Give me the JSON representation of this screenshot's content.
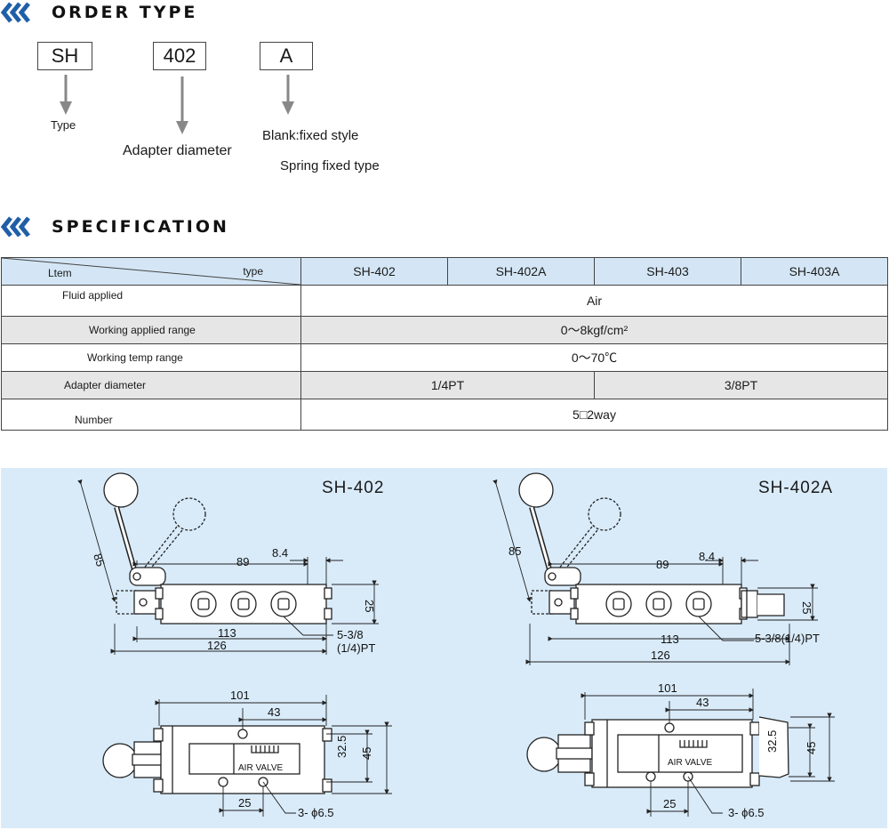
{
  "order_type": {
    "title": "ORDER TYPE",
    "codes": [
      "SH",
      "402",
      "A"
    ],
    "type_label": "Type",
    "adapter_label": "Adapter diameter",
    "option_blank": "Blank:fixed style",
    "option_a": "Spring fixed type"
  },
  "specification": {
    "title": "SPECIFICATION",
    "header_type": "type",
    "header_item": "Ltem",
    "models": [
      "SH-402",
      "SH-402A",
      "SH-403",
      "SH-403A"
    ],
    "rows": [
      {
        "label": "Fluid applied",
        "value": "Air"
      },
      {
        "label": "Working applied  range",
        "value": "0～8kgf/cm²"
      },
      {
        "label": "Working temp range",
        "value": "0～70℃"
      },
      {
        "label": "Adapter diameter",
        "values": [
          "1/4PT",
          "3/8PT"
        ]
      },
      {
        "label": "Number",
        "value": "5□2way"
      }
    ]
  },
  "drawings": {
    "left_model": "SH-402",
    "right_model": "SH-402A",
    "dims": {
      "lever": "85",
      "d89": "89",
      "d8_4": "8.4",
      "d25v": "25",
      "d113": "113",
      "d126": "126",
      "port_left_1": "5-3/8",
      "port_left_2": "(1/4)PT",
      "port_right": "5-3/8(1/4)PT",
      "d101": "101",
      "d43": "43",
      "d32_5": "32.5",
      "d45": "45",
      "d25": "25",
      "holes": "3- ϕ6.5",
      "air_valve": "AIR VALVE"
    }
  }
}
